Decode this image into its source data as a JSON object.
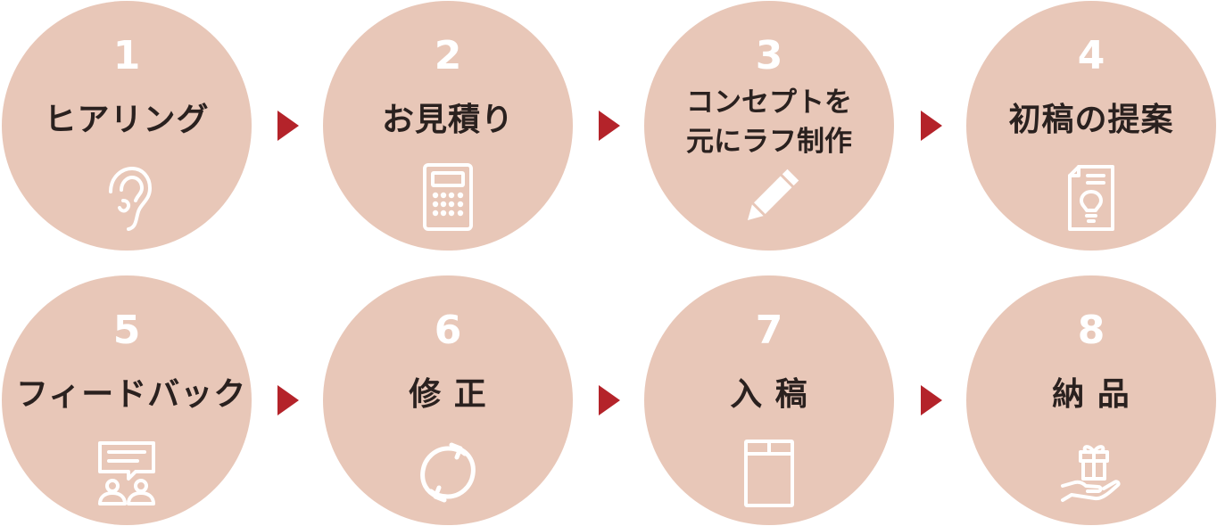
{
  "steps": [
    {
      "number": "1",
      "label": "ヒアリング",
      "icon": "ear-icon"
    },
    {
      "number": "2",
      "label": "お見積り",
      "icon": "calculator-icon"
    },
    {
      "number": "3",
      "label_line1": "コンセプトを",
      "label_line2": "元にラフ制作",
      "icon": "pencil-icon"
    },
    {
      "number": "4",
      "label": "初稿の提案",
      "icon": "document-lightbulb-icon"
    },
    {
      "number": "5",
      "label": "フィードバック",
      "icon": "feedback-people-icon"
    },
    {
      "number": "6",
      "label": "修 正",
      "icon": "refresh-cycle-icon"
    },
    {
      "number": "7",
      "label": "入 稿",
      "icon": "envelope-icon"
    },
    {
      "number": "8",
      "label": "納 品",
      "icon": "gift-hand-icon"
    }
  ],
  "colors": {
    "circle": "#e8c7b8",
    "arrow": "#b4232a",
    "text": "#2a211f",
    "icon": "#ffffff"
  }
}
